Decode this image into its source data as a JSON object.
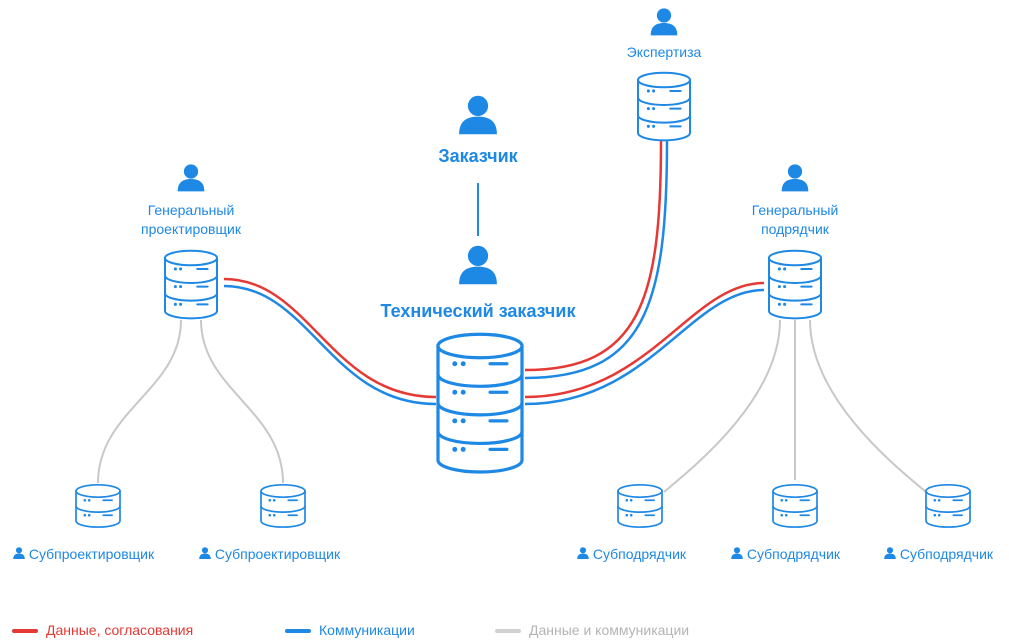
{
  "colors": {
    "blue": "#1e88e5",
    "red": "#e53935",
    "gray": "#c8c8c8"
  },
  "nodes": {
    "customer": "Заказчик",
    "technical_customer": "Технический заказчик",
    "expertise": "Экспертиза",
    "general_designer": [
      "Генеральный",
      "проектировщик"
    ],
    "general_contractor": [
      "Генеральный",
      "подрядчик"
    ]
  },
  "subroles": {
    "subdesigner_1": "Субпроектировщик",
    "subdesigner_2": "Субпроектировщик",
    "subcontractor_1": "Субподрядчик",
    "subcontractor_2": "Субподрядчик",
    "subcontractor_3": "Субподрядчик"
  },
  "legend": {
    "data": "Данные, согласования",
    "communications": "Коммуникации",
    "data_and_comms": "Данные и коммуникации"
  },
  "icons": {
    "person": "person-icon",
    "database": "database-icon"
  }
}
